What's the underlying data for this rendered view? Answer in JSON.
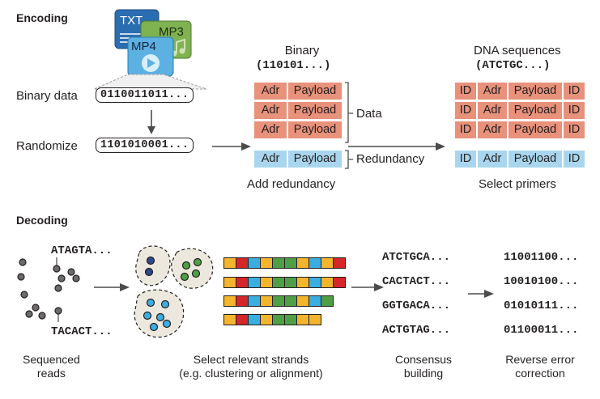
{
  "colors": {
    "address_block": "#e8917b",
    "redundancy_block": "#a9d6ee",
    "strand_palette": [
      "#f2b52d",
      "#d5262a",
      "#3aaee0",
      "#4f9f46",
      "#2b4a8e"
    ]
  },
  "encoding": {
    "title": "Encoding",
    "file_icons": [
      "TXT",
      "MP3",
      "MP4"
    ],
    "binary_data_label": "Binary data",
    "binary_data_value": "0110011011...",
    "randomize_label": "Randomize",
    "randomize_value": "1101010001...",
    "binary_heading": "Binary",
    "binary_example": "(110101...)",
    "blocks": {
      "adr": "Adr",
      "payload": "Payload",
      "id": "ID"
    },
    "data_brace_label": "Data",
    "redundancy_brace_label": "Redundancy",
    "add_redundancy_caption": "Add redundancy",
    "dna_heading": "DNA sequences",
    "dna_example": "(ATCTGC...)",
    "select_primers_caption": "Select primers"
  },
  "decoding": {
    "title": "Decoding",
    "read_labels": [
      "ATAGTA...",
      "TACACT..."
    ],
    "sequenced_reads_caption": "Sequenced reads",
    "select_strands_caption_1": "Select relevant strands",
    "select_strands_caption_2": "(e.g. clustering or alignment)",
    "consensus_sequences": [
      "ATCTGCA...",
      "CACTACT...",
      "GGTGACA...",
      "ACTGTAG..."
    ],
    "consensus_caption_1": "Consensus",
    "consensus_caption_2": "building",
    "binary_outputs": [
      "11001100...",
      "10010100...",
      "01010111...",
      "01100011..."
    ],
    "error_caption_1": "Reverse error",
    "error_caption_2": "correction"
  }
}
